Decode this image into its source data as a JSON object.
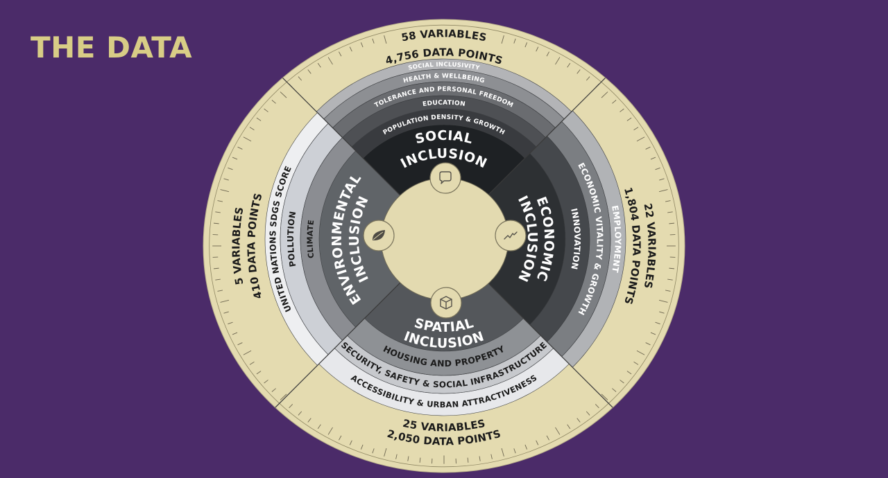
{
  "title": "THE DATA",
  "colors": {
    "background": "#4b2b69",
    "title": "#d8cd86",
    "tan": "#e4dbb0",
    "disc": "#e3dab0"
  },
  "quadrants": [
    {
      "id": "social",
      "name_lines": [
        "SOCIAL",
        "INCLUSION"
      ],
      "summary_lines": [
        "58 VARIABLES",
        "4,756 DATA POINTS"
      ],
      "icon": "speech-bubble-icon",
      "core_color": "#1e2124",
      "bands": [
        {
          "label": "SOCIAL INCLUSIVITY",
          "color": "#b3b4b7",
          "text_color": "#ffffff"
        },
        {
          "label": "HEALTH & WELLBEING",
          "color": "#8d8f93",
          "text_color": "#ffffff"
        },
        {
          "label": "TOLERANCE AND PERSONAL FREEDOM",
          "color": "#6a6c70",
          "text_color": "#ffffff"
        },
        {
          "label": "EDUCATION",
          "color": "#4e5054",
          "text_color": "#ffffff"
        },
        {
          "label": "POPULATION  DENSITY & GROWTH",
          "color": "#393b3f",
          "text_color": "#ffffff"
        }
      ]
    },
    {
      "id": "economic",
      "name_lines": [
        "ECONOMIC",
        "INCLUSION"
      ],
      "summary_lines": [
        "22 VARIABLES",
        "1,804 DATA POINTS"
      ],
      "icon": "trend-line-icon",
      "core_color": "#2d3033",
      "bands": [
        {
          "label": "EMPLOYMENT",
          "color": "#b1b3b6",
          "text_color": "#ffffff"
        },
        {
          "label": "ECONOMIC VITALITY & GROWTH",
          "color": "#7b7e82",
          "text_color": "#ffffff"
        },
        {
          "label": "INNOVATION",
          "color": "#45484c",
          "text_color": "#ffffff"
        }
      ]
    },
    {
      "id": "spatial",
      "name_lines": [
        "SPATIAL",
        "INCLUSION"
      ],
      "summary_lines": [
        "25 VARIABLES",
        "2,050 DATA POINTS"
      ],
      "icon": "cube-icon",
      "core_color": "#54575b",
      "bands": [
        {
          "label": "ACCESSIBILITY & URBAN ATTRACTIVENESS",
          "color": "#e7e8eb",
          "text_color": "#1b1b1b"
        },
        {
          "label": "SECURITY, SAFETY & SOCIAL INFRASTRUCTURE",
          "color": "#c7c9cd",
          "text_color": "#1b1b1b"
        },
        {
          "label": "HOUSING AND PROPERTY",
          "color": "#8e9195",
          "text_color": "#1b1b1b"
        }
      ]
    },
    {
      "id": "environmental",
      "name_lines": [
        "ENVIRONMENTAL",
        "INCLUSION"
      ],
      "summary_lines": [
        "5 VARIABLES",
        "410 DATA POINTS"
      ],
      "icon": "leaf-icon",
      "core_color": "#606468",
      "bands": [
        {
          "label": "UNITED NATIONS SDGS SCORE",
          "color": "#eeeff1",
          "text_color": "#1b1b1b"
        },
        {
          "label": "POLLUTION",
          "color": "#cdd0d6",
          "text_color": "#1b1b1b"
        },
        {
          "label": "CLIMATE",
          "color": "#8b8d92",
          "text_color": "#1b1b1b"
        }
      ]
    }
  ]
}
